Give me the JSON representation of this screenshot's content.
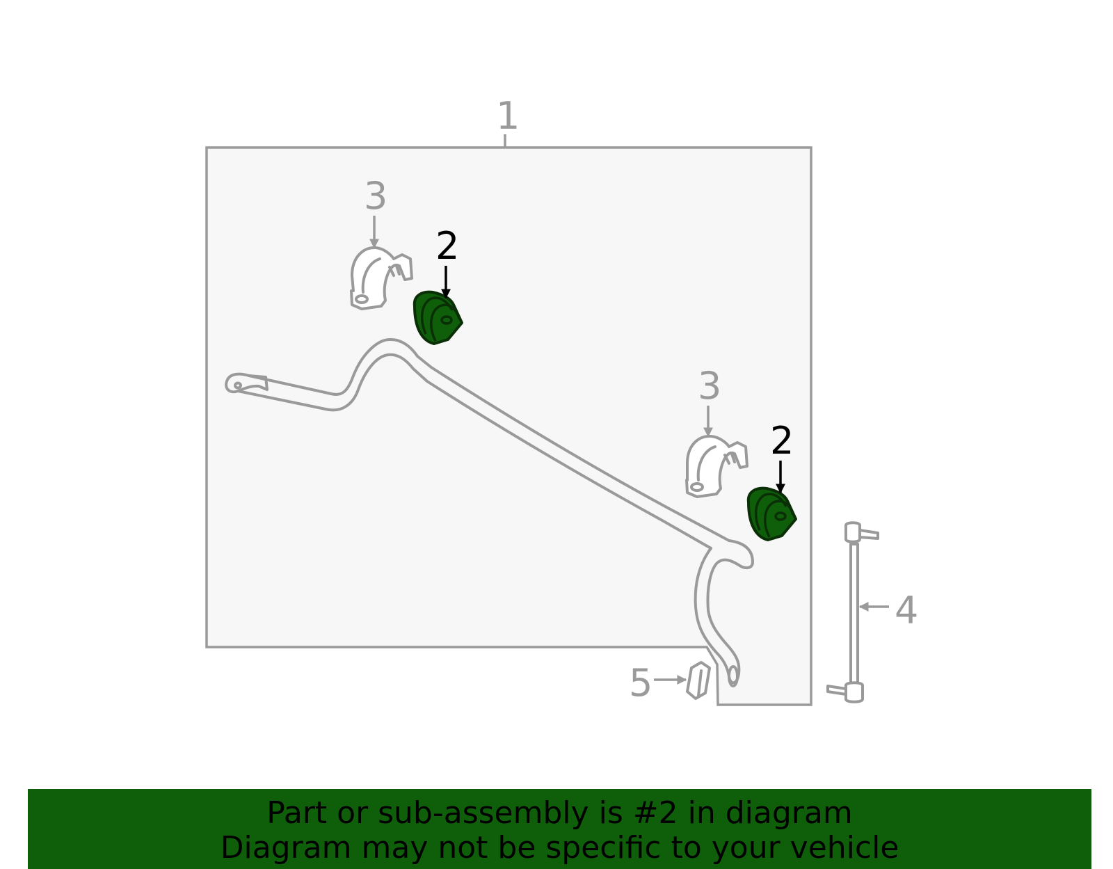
{
  "callouts": {
    "part_1": "1",
    "part_2_left": "2",
    "part_2_right": "2",
    "part_3_left": "3",
    "part_3_right": "3",
    "part_4": "4",
    "part_5": "5"
  },
  "banner": {
    "line1": "Part or sub-assembly is #2 in diagram",
    "line2": "Diagram may not be specific to your vehicle"
  },
  "colors": {
    "highlight": "#0f5f0a",
    "outline": "#9a9a9a",
    "panel": "#f7f7f7"
  }
}
